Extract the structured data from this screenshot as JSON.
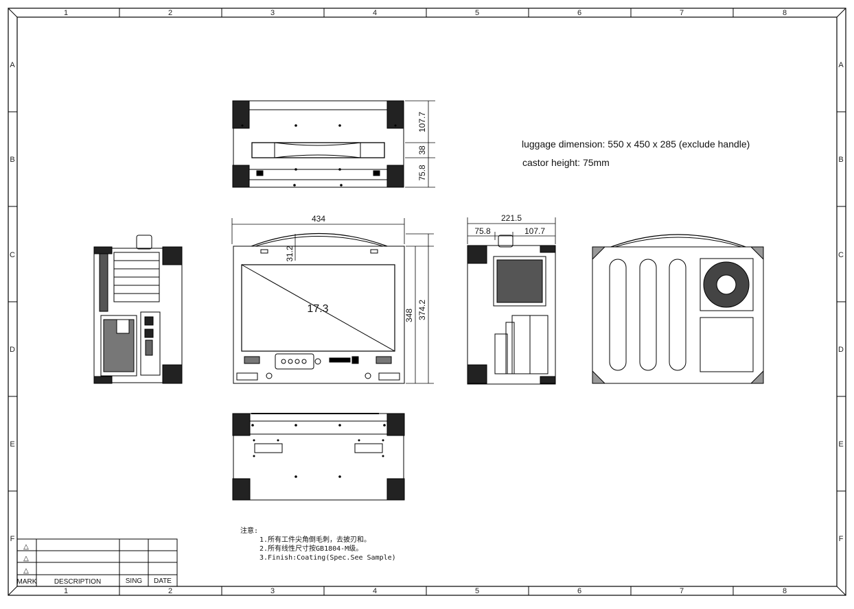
{
  "frame": {
    "col_labels": [
      "1",
      "2",
      "3",
      "4",
      "5",
      "6",
      "7",
      "8"
    ],
    "row_labels": [
      "A",
      "B",
      "C",
      "D",
      "E",
      "F"
    ]
  },
  "specs": {
    "line1": "luggage dimension: 550 x 450 x 285 (exclude handle)",
    "line2": "castor height: 75mm"
  },
  "dimensions": {
    "top_view": [
      "107.7",
      "38",
      "75.8"
    ],
    "front_width": "434",
    "front_handle": "31.2",
    "front_heights": [
      "348",
      "374.2"
    ],
    "screen_size": "17.3",
    "side_depth": "221.5",
    "side_parts": [
      "75.8",
      "107.7"
    ]
  },
  "notes": {
    "heading": "注意:",
    "items": [
      "1.所有工件尖角倒毛刺，去披刃和。",
      "2.所有线性尺寸按GB1804-M级。",
      "3.Finish:Coating(Spec.See Sample)"
    ]
  },
  "title_block": {
    "mark_label": "MARK",
    "description_label": "DESCRIPTION",
    "sign_label": "SING",
    "date_label": "DATE",
    "revision_symbol": "△"
  }
}
